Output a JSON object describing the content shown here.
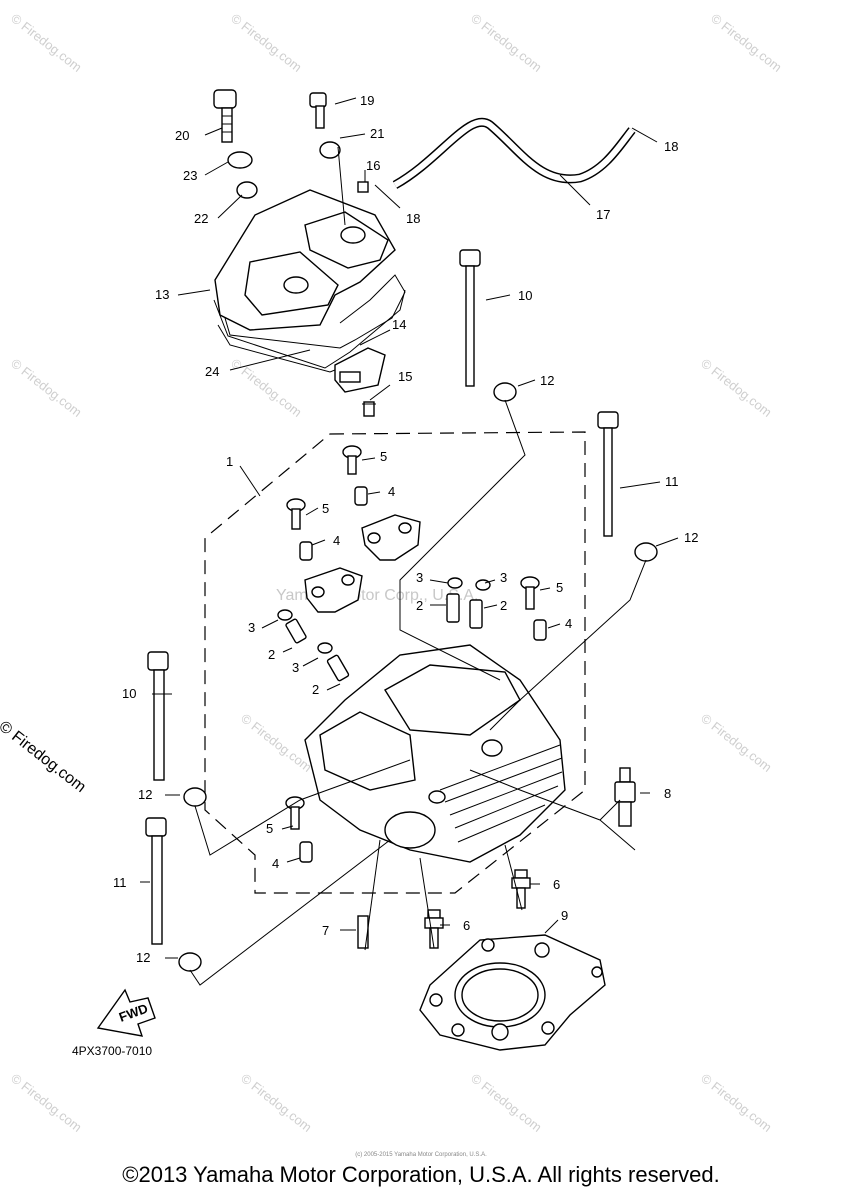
{
  "diagram": {
    "code": "4PX3700-7010",
    "center_watermark": "Yamaha Motor Corp., U.S.A.",
    "side_brand": "© Firedog.com",
    "watermark_text": "© Firedog.com",
    "fwd_label": "FWD",
    "callouts": {
      "c1": "1",
      "c2a": "2",
      "c2b": "2",
      "c2c": "2",
      "c2d": "2",
      "c3a": "3",
      "c3b": "3",
      "c3c": "3",
      "c3d": "3",
      "c4a": "4",
      "c4b": "4",
      "c4c": "4",
      "c4d": "4",
      "c5a": "5",
      "c5b": "5",
      "c5c": "5",
      "c5d": "5",
      "c6a": "6",
      "c6b": "6",
      "c7": "7",
      "c8": "8",
      "c9": "9",
      "c10a": "10",
      "c10b": "10",
      "c11a": "11",
      "c11b": "11",
      "c12a": "12",
      "c12b": "12",
      "c12c": "12",
      "c12d": "12",
      "c13": "13",
      "c14": "14",
      "c15": "15",
      "c16": "16",
      "c17": "17",
      "c18a": "18",
      "c18b": "18",
      "c19": "19",
      "c20": "20",
      "c21": "21",
      "c22": "22",
      "c23": "23",
      "c24": "24"
    }
  },
  "footer": {
    "copyright": "©2013 Yamaha Motor Corporation, U.S.A. All rights reserved.",
    "small_copyright": "(c) 2005-2015 Yamaha Motor Corporation, U.S.A."
  }
}
